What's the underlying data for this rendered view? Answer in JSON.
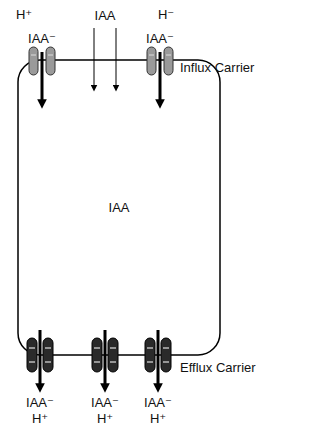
{
  "diagram": {
    "nodes": [
      {
        "text": [
          "IAA"
        ]
      }
    ],
    "labels": [
      "H⁺",
      "IAA",
      "H⁻",
      "IAA⁻",
      "IAA⁻",
      "Influx Carrier",
      "Efflux Carrier",
      "IAA⁻",
      "IAA⁻",
      "IAA⁻",
      "H⁺",
      "H⁺",
      "H⁺"
    ]
  }
}
